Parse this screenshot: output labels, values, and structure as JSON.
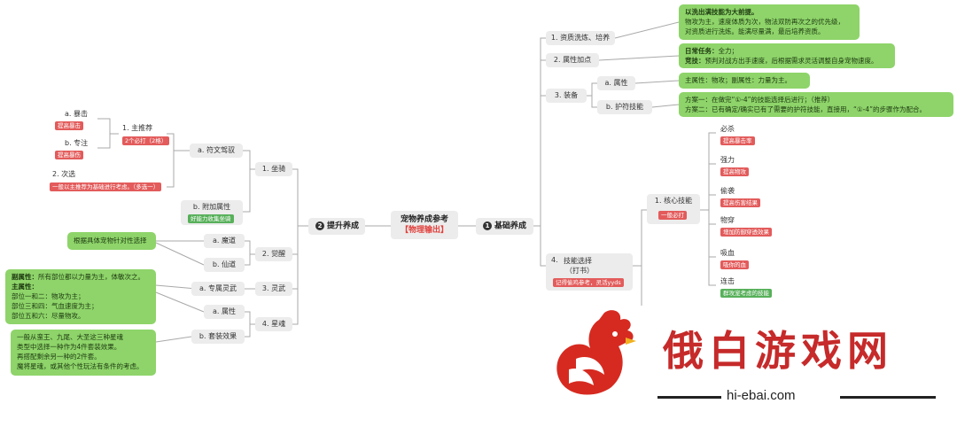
{
  "root": {
    "title": "宠物养成参考",
    "subtitle": "【物理输出】"
  },
  "left": {
    "branch": {
      "num": "2",
      "label": "提升养成"
    },
    "mount": {
      "label": "1. 坐骑",
      "rune": {
        "label": "a. 符文驾驭",
        "main_rec": {
          "label": "1. 主推荐",
          "tag": "2个必打（2格）"
        },
        "crit": {
          "label": "a. 暴击",
          "tag": "提高暴击"
        },
        "focus": {
          "label": "b. 专注",
          "tag": "提高暴伤"
        },
        "second": {
          "label": "2. 次选",
          "tag": "一般以主推荐为基础进行考虑。（多选一）"
        }
      },
      "extra": {
        "label": "b. 附加属性",
        "tag": "好能力收集坐骑"
      }
    },
    "awaken": {
      "label": "2. 觉醒",
      "magic": "a. 魔道",
      "immortal": "b. 仙道"
    },
    "spirit": {
      "label": "3. 灵武",
      "exclusive": "a. 专属灵武"
    },
    "soul": {
      "label": "4. 星魂",
      "attr": "a. 属性",
      "set": "b. 套装效果"
    },
    "notes": {
      "awaken_note": "根据具体宠物针对性选择",
      "attr_note": {
        "sub_label": "副属性：",
        "sub_text": "所有部位都以力量为主，体敏次之。",
        "main_label": "主属性：",
        "lines": [
          "部位一和二：物攻为主；",
          "部位三和四：气血速度为主；",
          "部位五和六：尽量物攻。"
        ]
      },
      "set_note": [
        "一般从蛮王、九尾、大圣这三种星魂",
        "类型中选择一种作为4件套装效果。",
        "再搭配剩余另一种的2件套。",
        "魔将星魂，或其他个性玩法有条件的考虑。"
      ]
    }
  },
  "right": {
    "branch": {
      "num": "1",
      "label": "基础养成"
    },
    "wash": {
      "label": "1. 资质洗炼、培养",
      "note_title": "以洗出满技能为大前提。",
      "note_lines": [
        "物攻为主，速度体质为次，物法双防再次之的优先级，",
        "对资质进行洗炼。能满尽量满，最后培养资质。"
      ]
    },
    "points": {
      "label": "2. 属性加点",
      "note": [
        {
          "bold": "日常任务：",
          "text": "全力；"
        },
        {
          "bold": "竞技：",
          "text": "预判对战方出手速度，后根据需求灵活调整自身宠物速度。"
        }
      ]
    },
    "equip": {
      "label": "3. 装备",
      "attr": "a. 属性",
      "attr_note": "主属性：物攻；副属性：力量为主。",
      "amulet": "b. 护符技能",
      "amulet_note": [
        "方案一：在做完“①-4”的技能选择后进行；（推荐）",
        "方案二：已有确定/确实已有了需要的护符技能，直接用，“①-4”的步骤作为配合。"
      ]
    },
    "skills": {
      "label_a": "4.",
      "label_b": "技能选择",
      "label_c": "（打书）",
      "tag": "记得偷鸡参考，灵活yyds",
      "core": {
        "label": "1. 核心技能",
        "tag": "一般必打"
      },
      "items": [
        {
          "name": "必杀",
          "tag": "提高暴击率",
          "color": "red"
        },
        {
          "name": "强力",
          "tag": "提高物攻",
          "color": "red"
        },
        {
          "name": "偷袭",
          "tag": "提高伤害结果",
          "color": "red"
        },
        {
          "name": "物穿",
          "tag": "增加防御穿透效果",
          "color": "red"
        },
        {
          "name": "吸血",
          "tag": "吸你的血",
          "color": "red"
        },
        {
          "name": "连击",
          "tag": "群攻宠考虑的技能",
          "color": "green"
        }
      ]
    }
  },
  "watermark": {
    "text": "俄白游戏网",
    "url": "hi-ebai.com"
  },
  "colors": {
    "note_green": "#8ed46a",
    "tag_red": "#e35b5b",
    "tag_green": "#57b05a",
    "line": "#a9a9a9",
    "node": "#ececec"
  }
}
